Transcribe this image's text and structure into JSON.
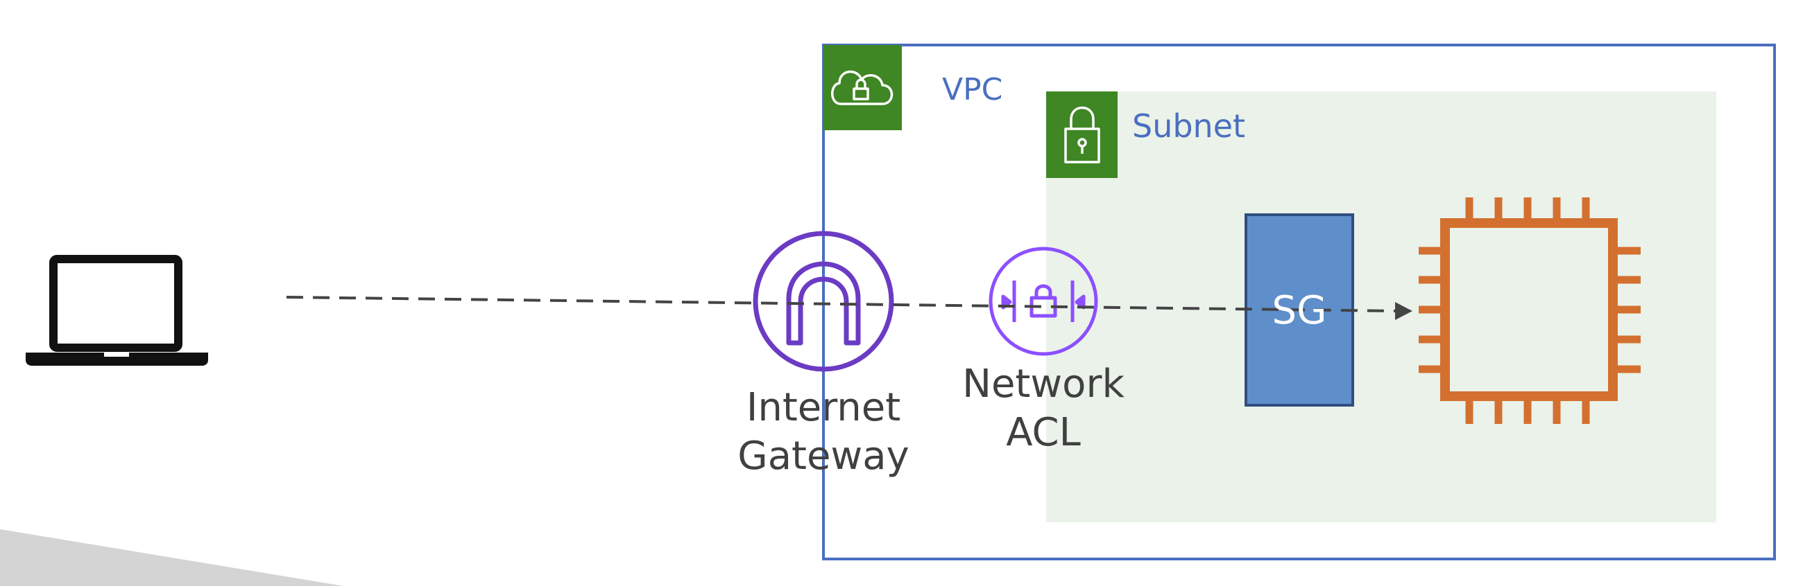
{
  "diagram": {
    "vpc": {
      "label": "VPC",
      "badge_icon": "cloud-lock-icon"
    },
    "subnet": {
      "label": "Subnet",
      "badge_icon": "padlock-icon"
    },
    "client": {
      "icon": "laptop-icon"
    },
    "internet_gateway": {
      "icon": "internet-gateway-icon",
      "label_line1": "Internet",
      "label_line2": "Gateway"
    },
    "network_acl": {
      "icon": "network-acl-icon",
      "label_line1": "Network",
      "label_line2": "ACL"
    },
    "security_group": {
      "label": "SG"
    },
    "ec2_instance": {
      "icon": "ec2-instance-chip-icon"
    },
    "flow": {
      "style": "dashed",
      "direction": "laptop-to-instance"
    }
  },
  "colors": {
    "vpc_border": "#4a6fbf",
    "vpc_text": "#4a6fbf",
    "badge_green": "#3f8624",
    "subnet_fill": "#eaf2ea",
    "gateway_purple": "#6b3bc4",
    "acl_purple": "#8c4fff",
    "sg_fill": "#5f8fcb",
    "sg_border": "#2f4f7f",
    "ec2_orange": "#d3702f",
    "arrow": "#444444",
    "text_dark": "#404040",
    "corner_gray": "#d4d4d4"
  }
}
